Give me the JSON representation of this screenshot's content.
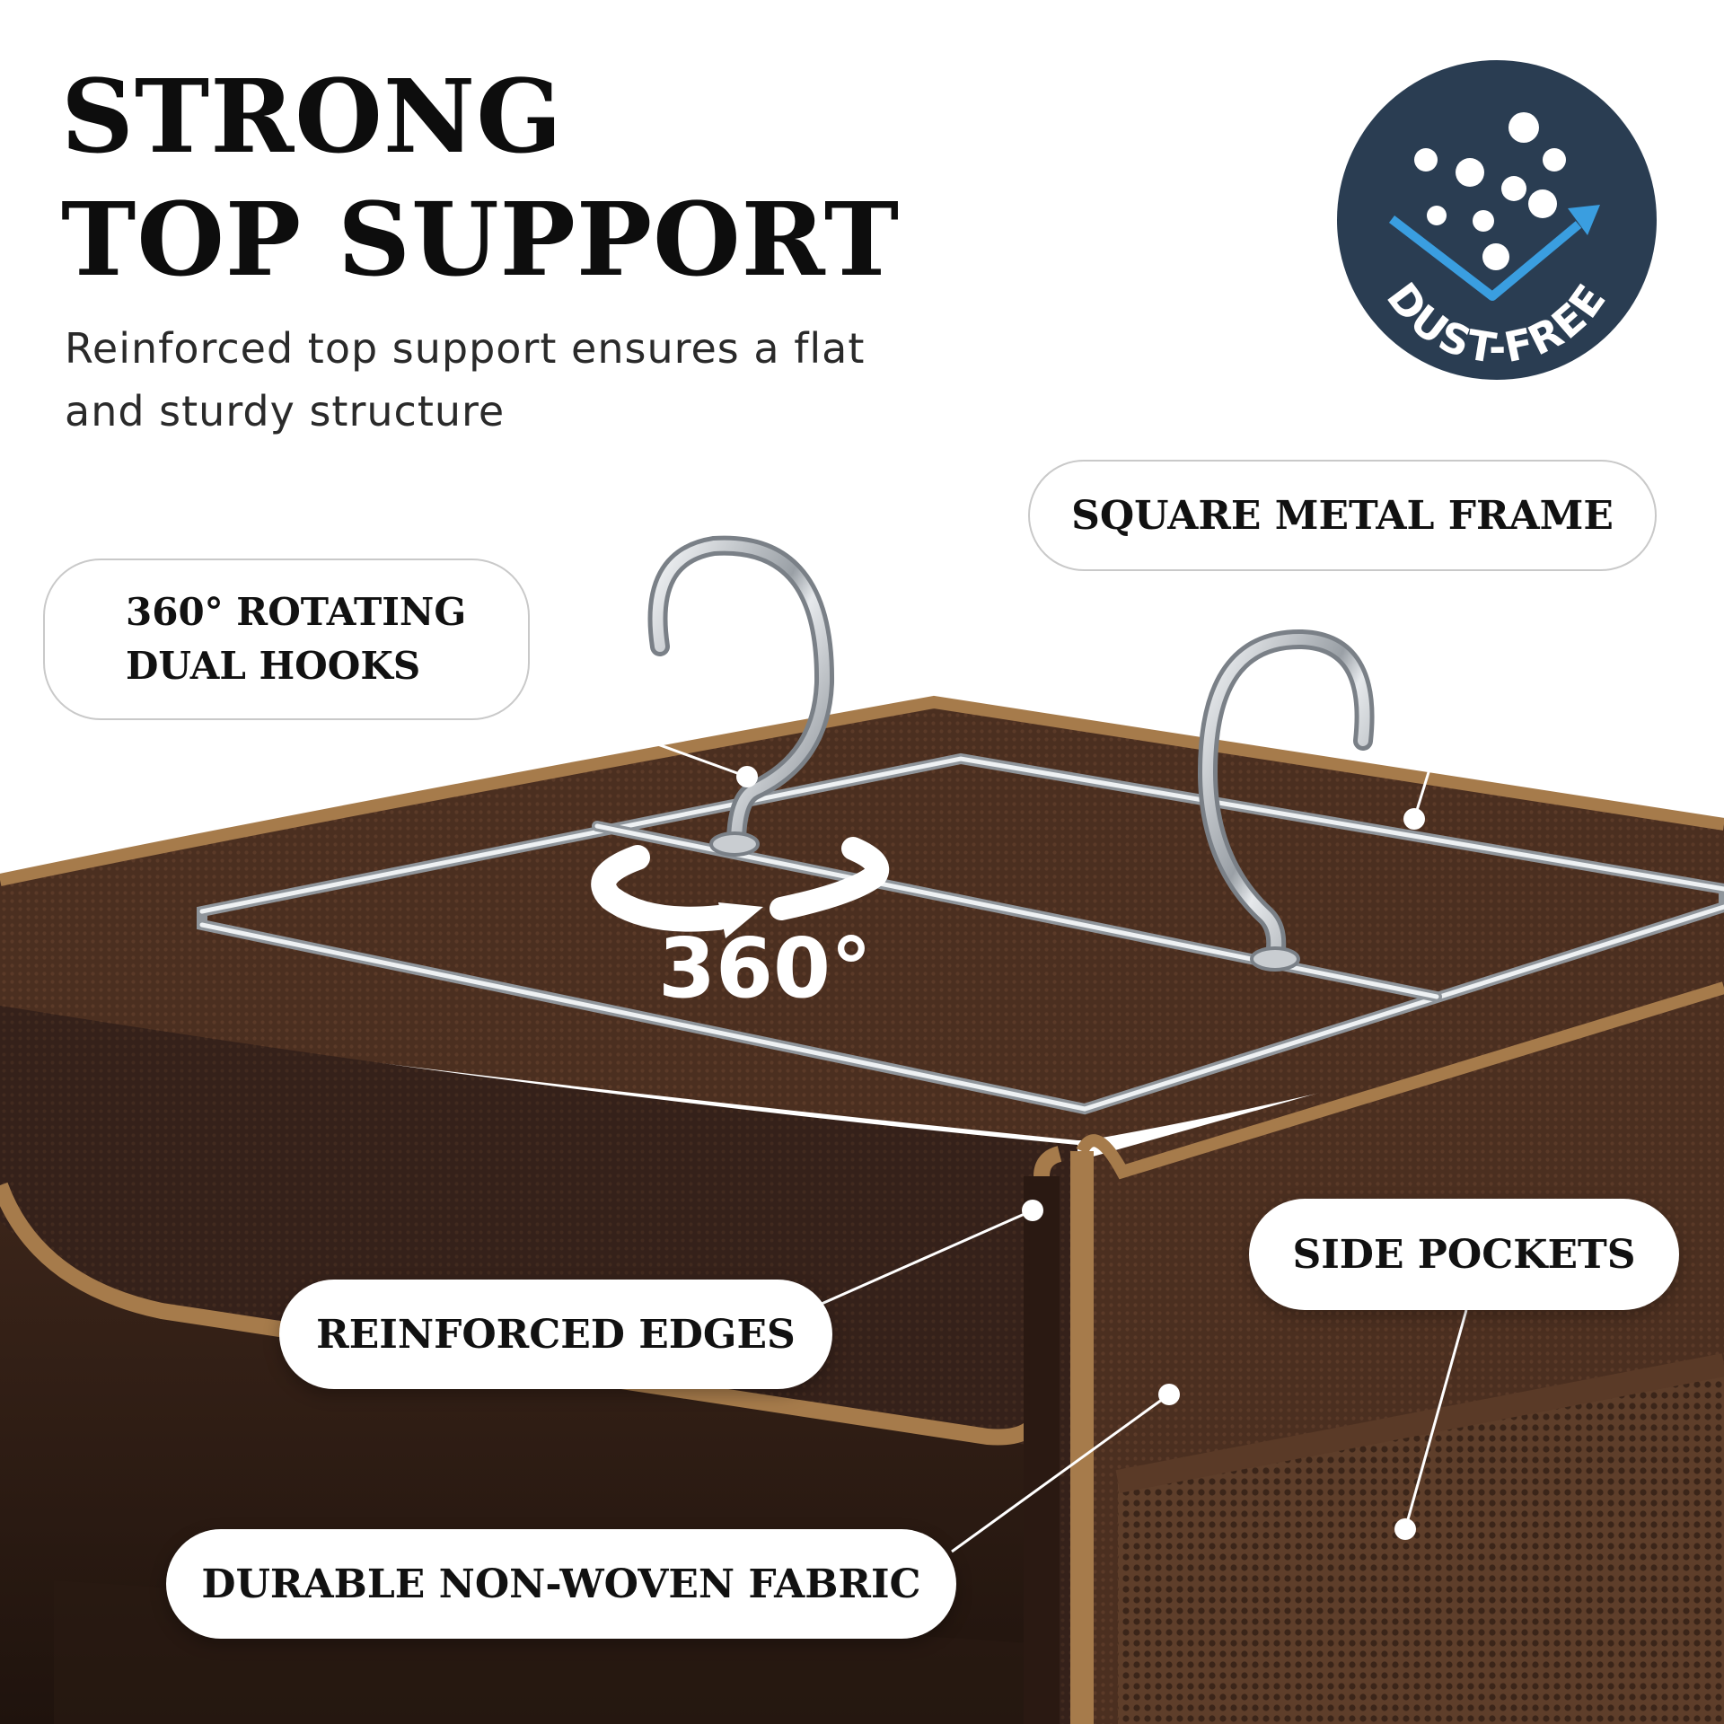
{
  "headline": {
    "line1": "STRONG",
    "line2": "TOP SUPPORT"
  },
  "subtitle": "Reinforced top support ensures a flat and sturdy structure",
  "badge": {
    "text": "DUST-FREE",
    "icon": "dust-particles-arrow-icon",
    "color": "#2a3d52",
    "accent": "#3a9ee0"
  },
  "rotation": {
    "text": "360°",
    "icon": "rotate-arrow-icon"
  },
  "callouts": {
    "hooks": {
      "line1": "360° ROTATING",
      "line2": "DUAL HOOKS"
    },
    "frame": "SQUARE METAL FRAME",
    "edges": "REINFORCED EDGES",
    "pockets": "SIDE POCKETS",
    "fabric": "DURABLE NON-WOVEN FABRIC"
  },
  "colors": {
    "fabric": "#4a2e1f",
    "fabric_dark": "#2e1b12",
    "trim": "#a57a4a",
    "metal": "#c8ccd0"
  }
}
